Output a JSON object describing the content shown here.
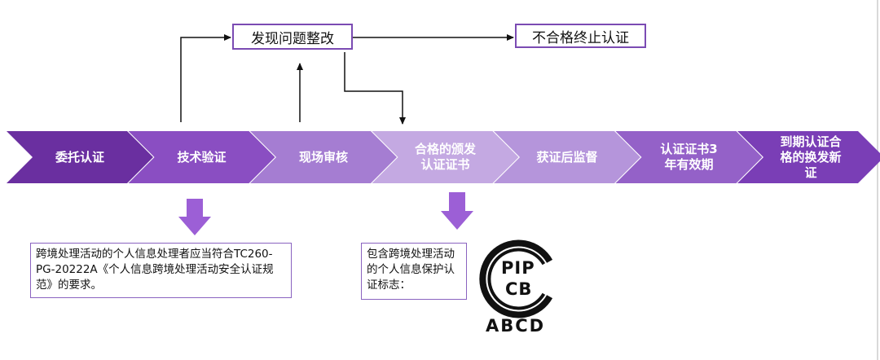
{
  "top": {
    "rectify_box": "发现问题整改",
    "terminate_box": "不合格终止认证"
  },
  "stages": [
    {
      "label": "委托认证",
      "color": "#6a2fa0"
    },
    {
      "label": "技术验证",
      "color": "#8a4ec2"
    },
    {
      "label": "现场审核",
      "color": "#a57dd2"
    },
    {
      "label": "合格的颁发\n认证证书",
      "color": "#c4a9e2"
    },
    {
      "label": "获证后监督",
      "color": "#b595db"
    },
    {
      "label": "认证证书3\n年有效期",
      "color": "#9461c8"
    },
    {
      "label": "到期认证合\n格的换发新\n证",
      "color": "#7a3eb6"
    }
  ],
  "notes": {
    "requirement": "跨境处理活动的个人信息处理者应当符合TC260-PG-20222A《个人信息跨境处理活动安全认证规范》的要求。",
    "mark_desc": "包含跨境处理活动的个人信息保护认证标志："
  },
  "logo": {
    "line1": "PIP",
    "line2": "CB",
    "caption": "ABCD"
  },
  "colors": {
    "accent": "#7b4bb3",
    "down_arrow": "#9c5fd6"
  }
}
